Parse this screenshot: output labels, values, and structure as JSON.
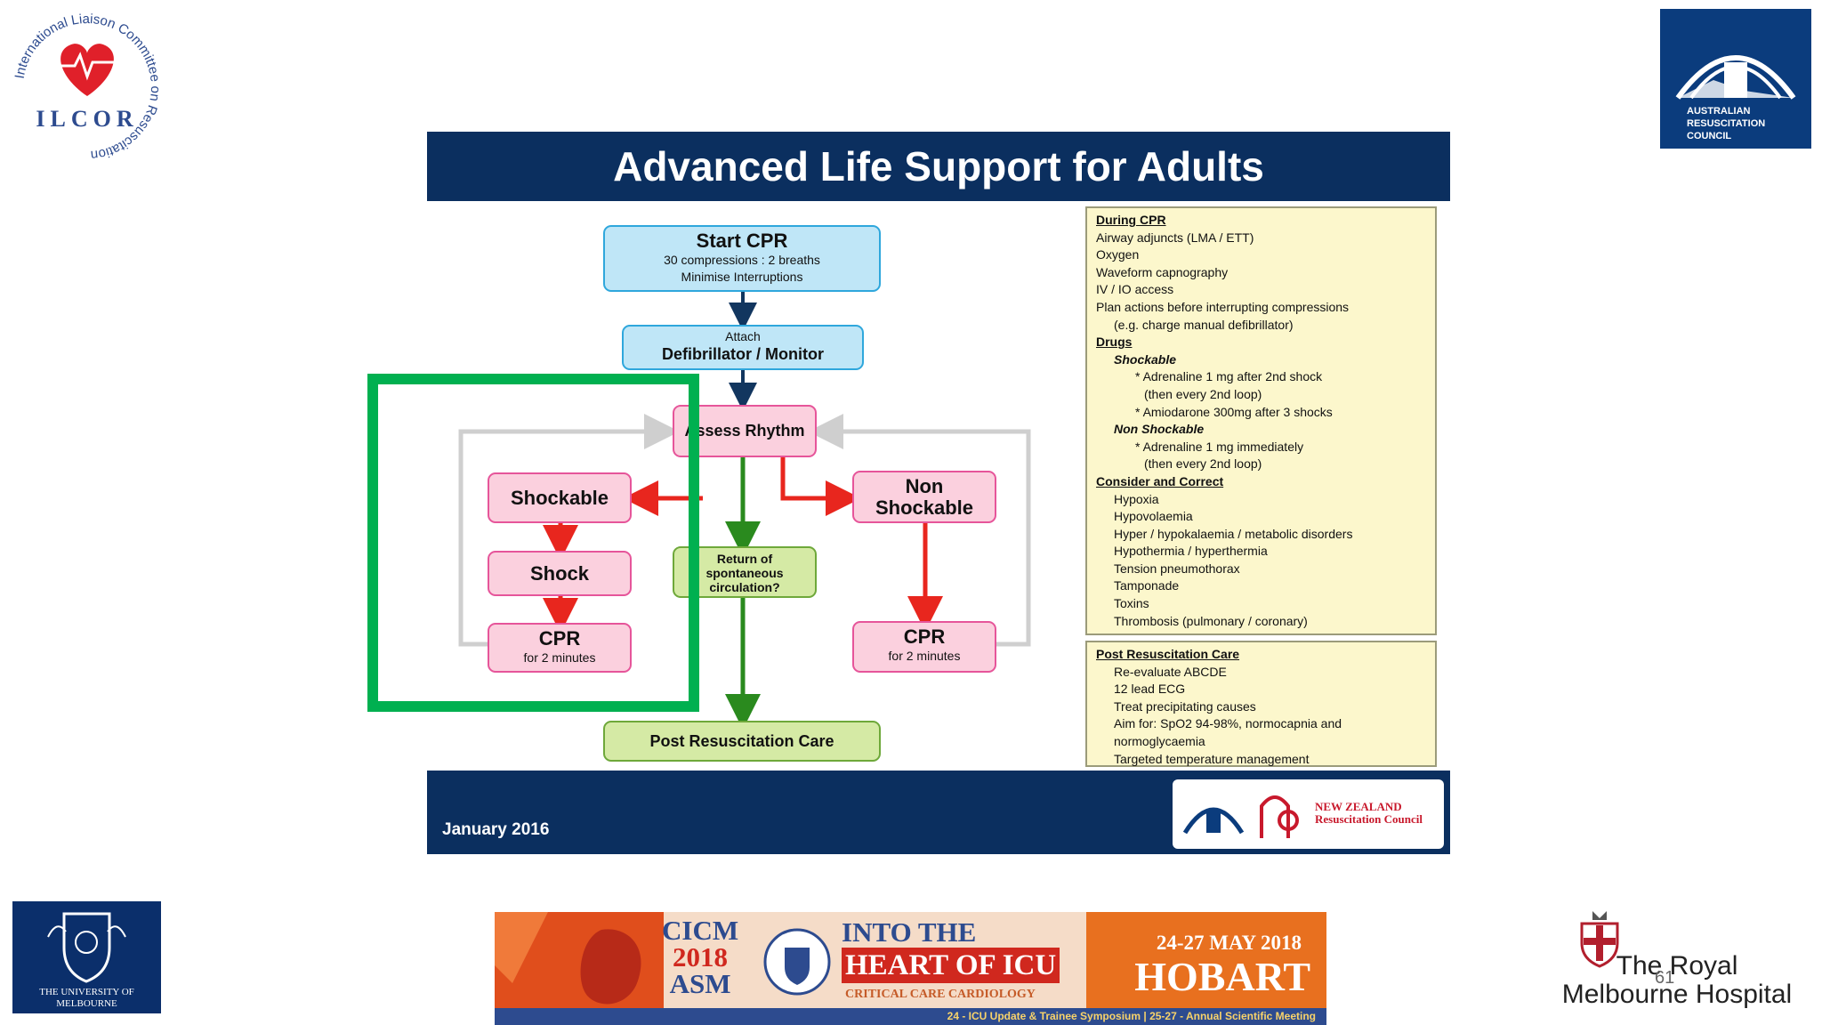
{
  "corner_logos": {
    "ilcor_ring_text": "International Liaison Committee on Resuscitation",
    "ilcor_acronym": "ILCOR",
    "arc_text": "AUSTRALIAN RESUSCITATION COUNCIL",
    "unimelb_text": "THE UNIVERSITY OF MELBOURNE",
    "rmh_text": "The Royal Melbourne Hospital"
  },
  "page_number": "61",
  "slide": {
    "title": "Advanced Life Support for Adults",
    "footer_date": "January 2016",
    "footer_logo_nz": "NEW ZEALAND Resuscitation Council"
  },
  "flow": {
    "start_title": "Start CPR",
    "start_line1": "30 compressions : 2 breaths",
    "start_line2": "Minimise Interruptions",
    "attach": "Attach",
    "defib": "Defibrillator / Monitor",
    "assess": "Assess Rhythm",
    "shockable": "Shockable",
    "shock": "Shock",
    "cpr_left_title": "CPR",
    "cpr_left_sub": "for 2 minutes",
    "rosc": "Return of spontaneous circulation?",
    "non_shockable": "Non Shockable",
    "cpr_right_title": "CPR",
    "cpr_right_sub": "for 2 minutes",
    "post": "Post Resuscitation Care"
  },
  "colors": {
    "header_navy": "#0b2f5f",
    "highlight_green": "#00b050",
    "red_arrow": "#e8261e",
    "green_arrow": "#2a8a1e",
    "navy_arrow": "#12365f"
  },
  "during_cpr": {
    "heading": "During CPR",
    "items": [
      "Airway adjuncts (LMA / ETT)",
      "Oxygen",
      "Waveform capnography",
      "IV / IO access",
      "Plan actions before interrupting compressions",
      "(e.g. charge manual defibrillator)"
    ],
    "drugs_heading": "Drugs",
    "shockable_label": "Shockable",
    "shockable_items": [
      "* Adrenaline 1 mg after 2nd shock",
      "(then every 2nd loop)",
      "* Amiodarone 300mg after 3 shocks"
    ],
    "non_shockable_label": "Non Shockable",
    "non_shockable_items": [
      "* Adrenaline 1 mg immediately",
      "(then every 2nd loop)"
    ],
    "consider_heading": "Consider and Correct",
    "consider_items": [
      "Hypoxia",
      "Hypovolaemia",
      "Hyper / hypokalaemia / metabolic disorders",
      "Hypothermia / hyperthermia",
      "Tension pneumothorax",
      "Tamponade",
      "Toxins",
      "Thrombosis (pulmonary / coronary)"
    ]
  },
  "post_care": {
    "heading": "Post Resuscitation Care",
    "items": [
      "Re-evaluate ABCDE",
      "12 lead ECG",
      "Treat precipitating causes",
      "Aim for: SpO2 94-98%, normocapnia and",
      "normoglycaemia",
      "Targeted temperature management"
    ]
  },
  "banner": {
    "cicm_line1": "CICM",
    "cicm_line2": "2018",
    "cicm_line3": "ASM",
    "into": "INTO THE",
    "heart": "HEART OF ICU",
    "subtitle": "CRITICAL CARE CARDIOLOGY",
    "dates": "24-27 MAY 2018",
    "city": "HOBART",
    "strip": "24 - ICU Update & Trainee Symposium | 25-27 - Annual Scientific Meeting"
  }
}
